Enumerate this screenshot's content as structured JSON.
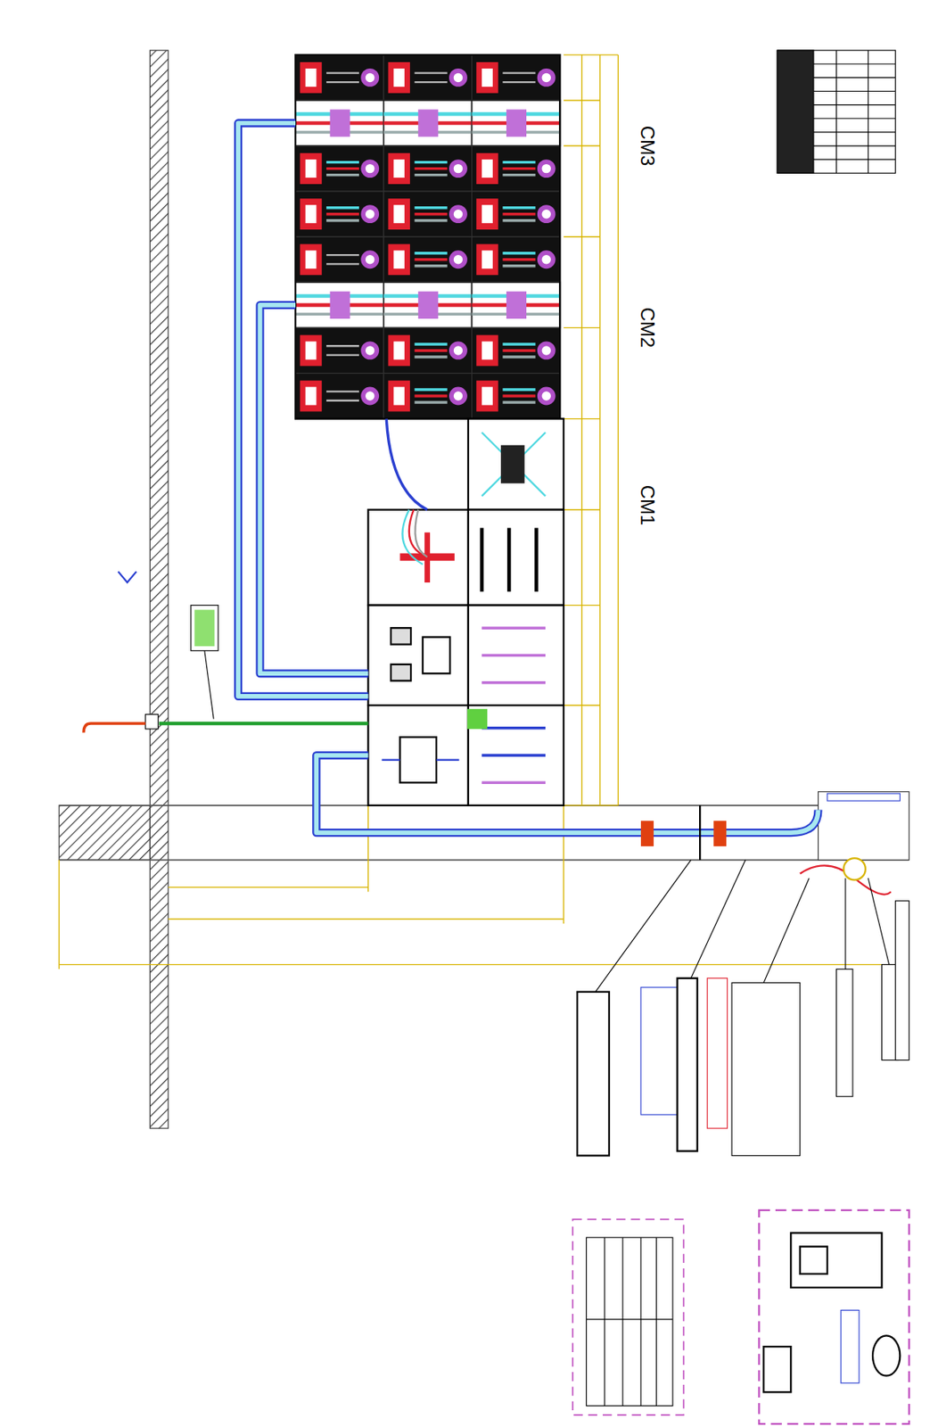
{
  "diagram": {
    "labels": [
      "CM3",
      "CM2",
      "CM1"
    ]
  }
}
